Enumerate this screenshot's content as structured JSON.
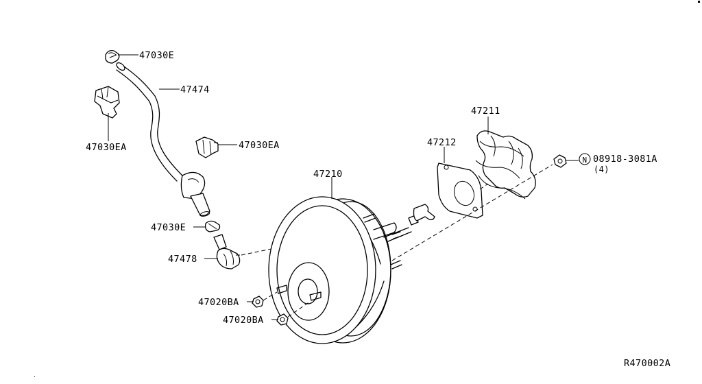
{
  "parts": {
    "clamp_top": "47030E",
    "hose": "47474",
    "clip_left": "47030EA",
    "clip_right": "47030EA",
    "booster": "47210",
    "clamp_lower": "47030E",
    "check_valve": "47478",
    "nut_upper": "47020BA",
    "nut_lower": "47020BA",
    "gasket": "47212",
    "seal": "47211",
    "nut_ref": "08918-3081A",
    "nut_ref_qty": "(4)",
    "nut_ref_symbol": "N"
  },
  "diagram_id": "R470002A"
}
